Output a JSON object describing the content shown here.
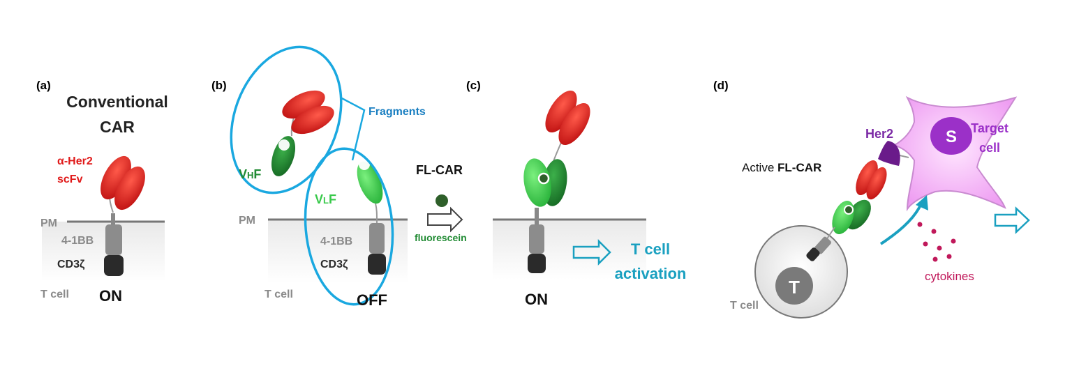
{
  "panels": {
    "a": {
      "label": "(a)",
      "title_line1": "Conventional",
      "title_line2": "CAR",
      "scfv_line1": "α-Her2",
      "scfv_line2": "scFv",
      "pm": "PM",
      "domain_41bb": "4-1BB",
      "domain_cd3z": "CD3ζ",
      "cell": "T cell",
      "state": "ON"
    },
    "b": {
      "label": "(b)",
      "fragments": "Fragments",
      "vhf_main": "V",
      "vhf_sub": "H",
      "vhf_end": "F",
      "vlf_main": "V",
      "vlf_sub": "L",
      "vlf_end": "F",
      "pm": "PM",
      "domain_41bb": "4-1BB",
      "domain_cd3z": "CD3ζ",
      "cell": "T cell",
      "state": "OFF",
      "flcar": "FL-CAR",
      "fluorescein": "fluorescein"
    },
    "c": {
      "label": "(c)",
      "state": "ON",
      "activation_line1": "T cell",
      "activation_line2": "activation"
    },
    "d": {
      "label": "(d)",
      "her2": "Her2",
      "target_line1": "Target",
      "target_line2": "cell",
      "s_label": "S",
      "active_prefix": "Active ",
      "active_flcar": "FL-CAR",
      "cytokines": "cytokines",
      "t_label": "T",
      "cell": "T cell"
    }
  },
  "colors": {
    "scfv_red": "#d8191b",
    "vh_green": "#1f8a32",
    "vl_green": "#38c94a",
    "fragment_blue": "#1aa8e0",
    "activation_teal": "#1aa0c0",
    "fragments_text": "#1a7fc1",
    "target_purple": "#9b30c8",
    "target_fill": "#f2b6f5",
    "her2_purple": "#6a1b8a",
    "cytokine_pink": "#c0185a",
    "fluorescein_green": "#2e5f2a",
    "domain_gray": "#8c8c8c",
    "domain_dark": "#2a2a2a"
  }
}
